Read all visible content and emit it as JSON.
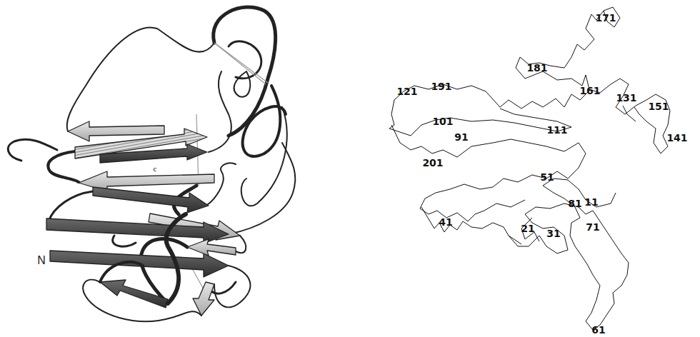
{
  "diagram": {
    "labels": [
      "N",
      "c",
      "171",
      "181",
      "121",
      "191",
      "161",
      "131",
      "151",
      "141",
      "101",
      "111",
      "91",
      "201",
      "51",
      "81",
      "11",
      "41",
      "21",
      "31",
      "71",
      "61"
    ]
  }
}
